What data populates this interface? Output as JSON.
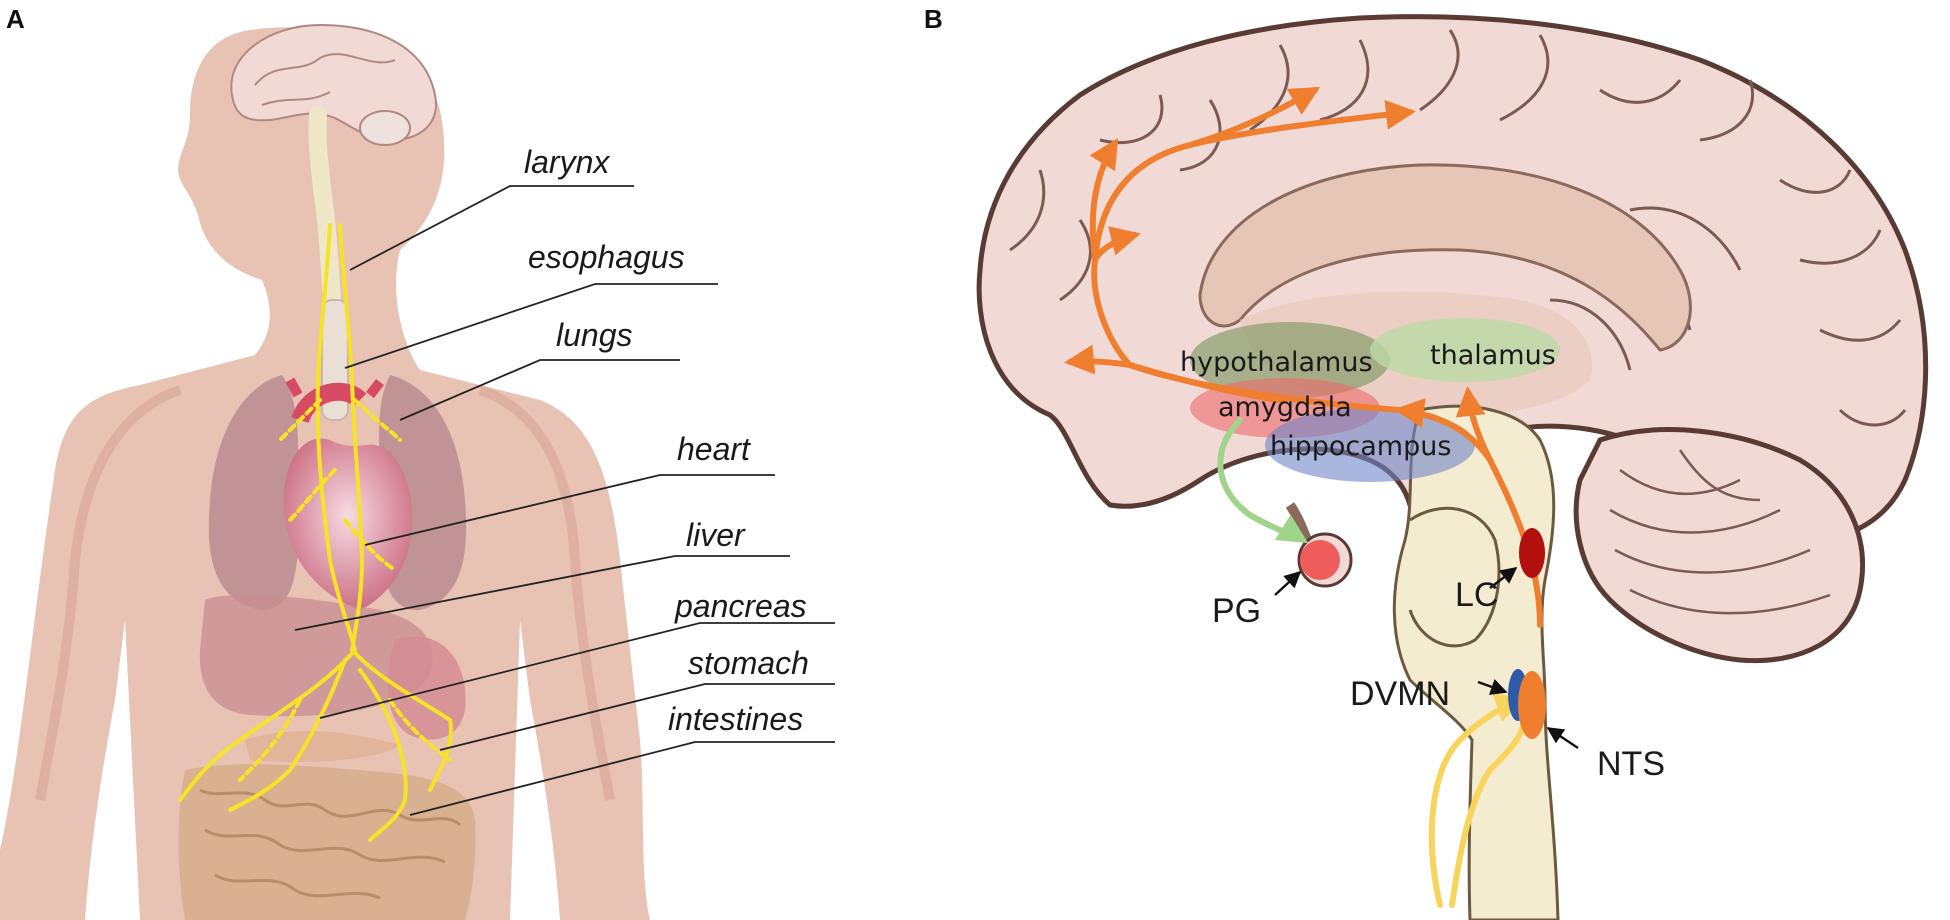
{
  "panels": {
    "a": {
      "letter": "A",
      "organs": [
        "larynx",
        "esophagus",
        "lungs",
        "heart",
        "liver",
        "pancreas",
        "stomach",
        "intestines"
      ]
    },
    "b": {
      "letter": "B",
      "regions": {
        "hypothalamus": "hypothalamus",
        "thalamus": "thalamus",
        "amygdala": "amygdala",
        "hippocampus": "hippocampus"
      },
      "nuclei": {
        "pg": "PG",
        "lc": "LC",
        "dvmn": "DVMN",
        "nts": "NTS"
      }
    }
  },
  "colors": {
    "body": "#e8c3b3",
    "brain_cortex": "#f1d9d6",
    "brain_outline": "#5a3b33",
    "brainstem": "#f4ecd0",
    "vagus_nerve": "#f7e325",
    "pathway_orange": "#ef7f2e",
    "pathway_green": "#9fd48a",
    "pathway_yellow": "#f9d45c",
    "hypothalamus": "#6b8e4e",
    "thalamus": "#bcd9a4",
    "amygdala": "#ee6a6a",
    "hippocampus": "#6f86c7",
    "pg": "#ef5c5c",
    "lc": "#b20f0f",
    "dvmn": "#2f5aa8",
    "nts": "#ef7f2e"
  }
}
